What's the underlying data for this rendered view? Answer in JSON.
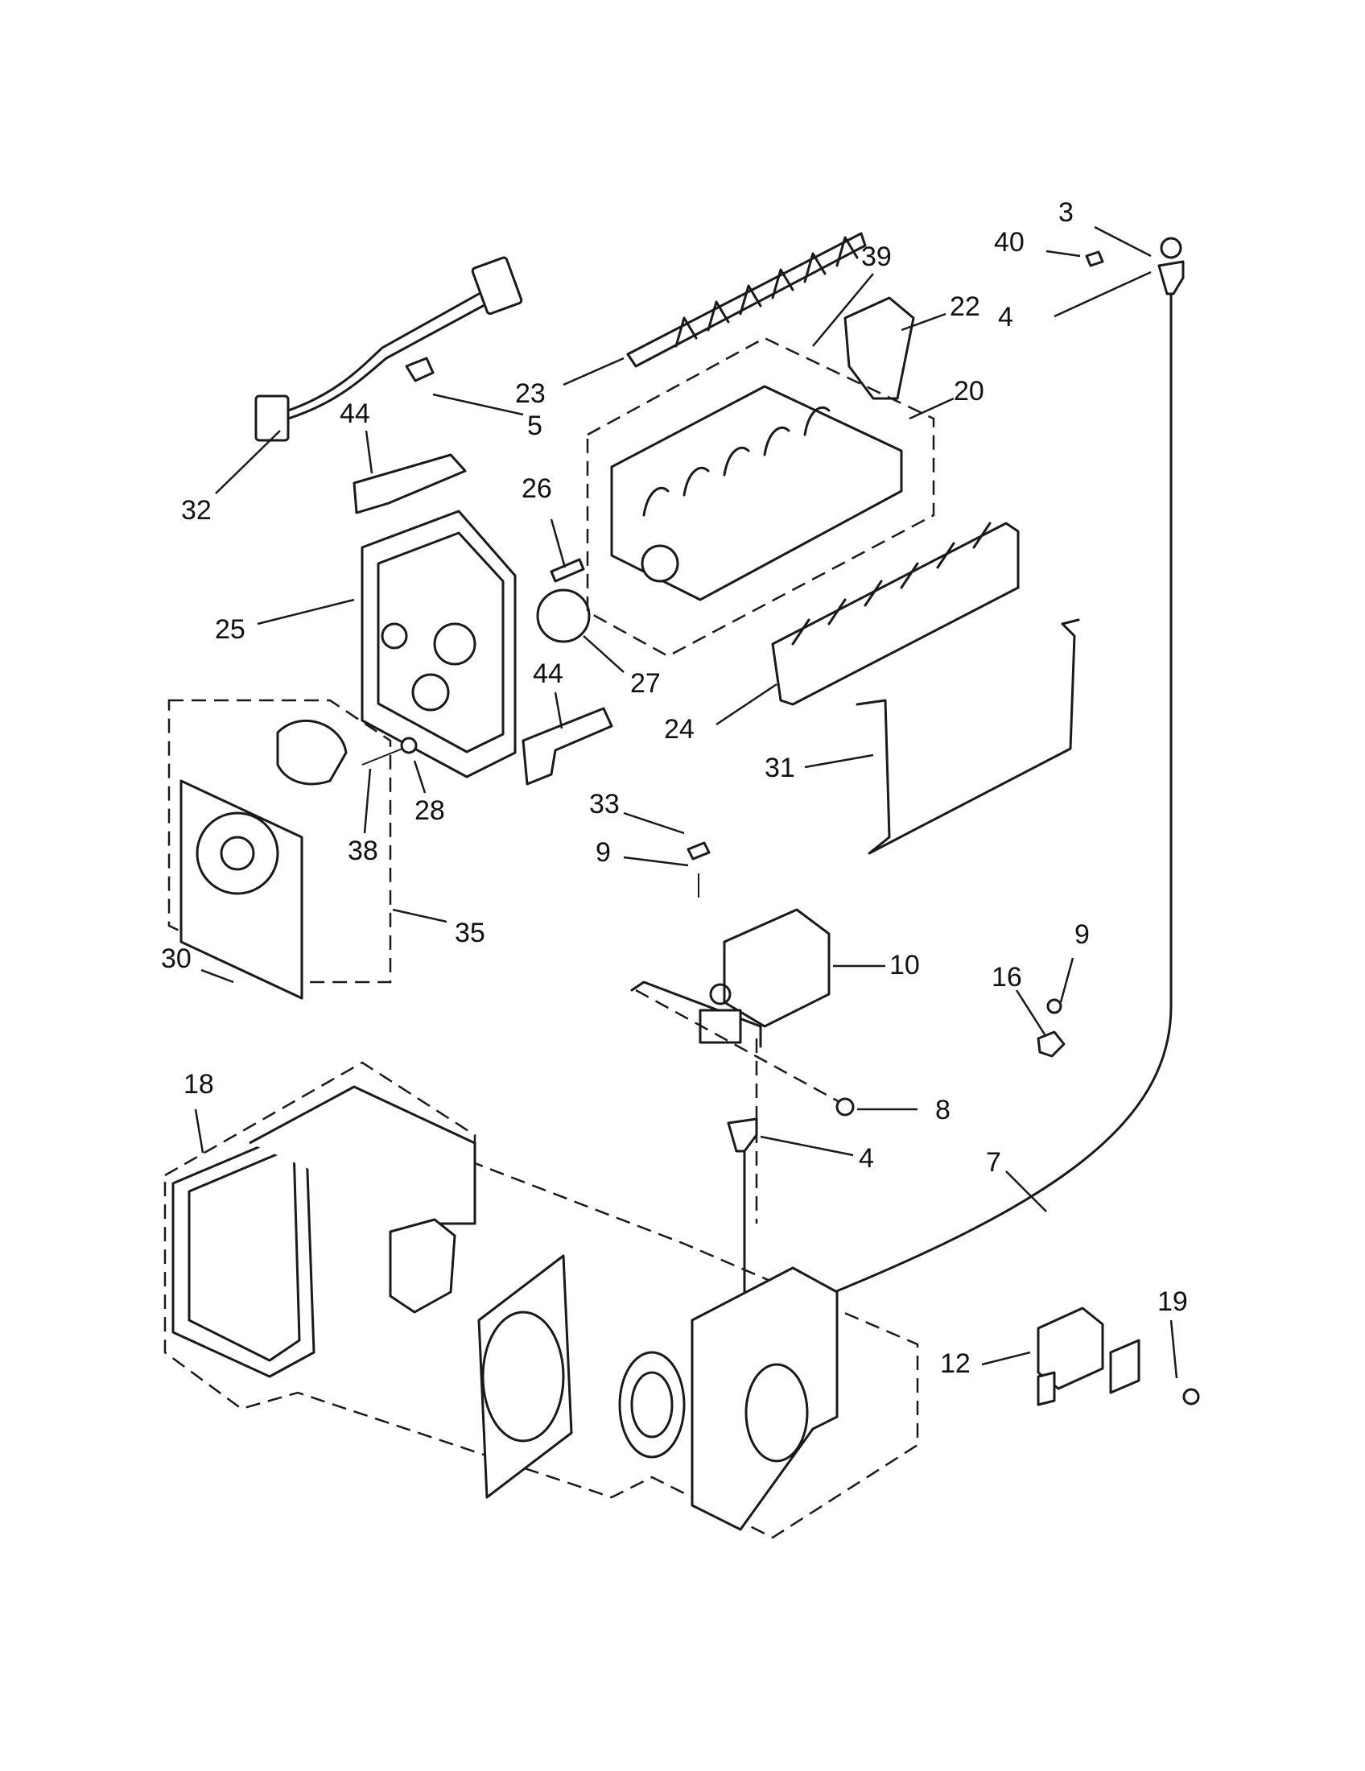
{
  "callouts": [
    {
      "label": "3"
    },
    {
      "label": "40"
    },
    {
      "label": "4"
    },
    {
      "label": "39"
    },
    {
      "label": "22"
    },
    {
      "label": "23"
    },
    {
      "label": "5"
    },
    {
      "label": "20"
    },
    {
      "label": "44"
    },
    {
      "label": "32"
    },
    {
      "label": "26"
    },
    {
      "label": "25"
    },
    {
      "label": "27"
    },
    {
      "label": "44"
    },
    {
      "label": "24"
    },
    {
      "label": "31"
    },
    {
      "label": "28"
    },
    {
      "label": "38"
    },
    {
      "label": "33"
    },
    {
      "label": "9"
    },
    {
      "label": "35"
    },
    {
      "label": "30"
    },
    {
      "label": "10"
    },
    {
      "label": "9"
    },
    {
      "label": "16"
    },
    {
      "label": "18"
    },
    {
      "label": "8"
    },
    {
      "label": "4"
    },
    {
      "label": "7"
    },
    {
      "label": "19"
    },
    {
      "label": "12"
    }
  ],
  "colors": {
    "line": "#1a1a1a",
    "background": "#ffffff"
  }
}
